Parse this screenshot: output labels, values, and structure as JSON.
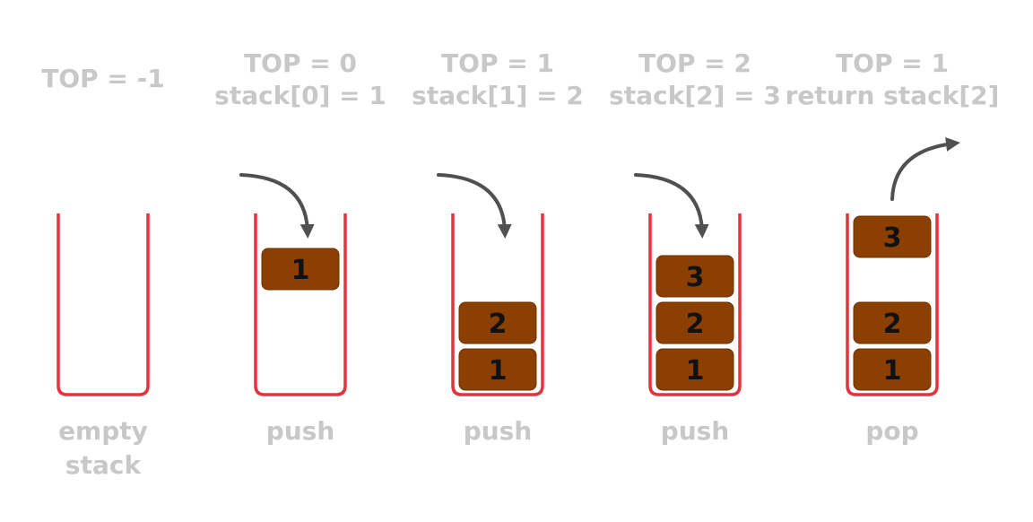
{
  "colors": {
    "container": "#e13340",
    "block": "#8b3f00",
    "block_border": "#6b3100",
    "block_text": "#111111",
    "label": "#c8c8c8",
    "arrow": "#505050"
  },
  "panels": [
    {
      "top_lines": [
        "TOP = -1"
      ],
      "caption_lines": [
        "empty",
        "stack"
      ],
      "blocks": [],
      "arrow": "none"
    },
    {
      "top_lines": [
        "TOP = 0",
        "stack[0] = 1"
      ],
      "caption_lines": [
        "push"
      ],
      "blocks": [
        {
          "value": "1",
          "slot": "floating"
        }
      ],
      "arrow": "in"
    },
    {
      "top_lines": [
        "TOP = 1",
        "stack[1] = 2"
      ],
      "caption_lines": [
        "push"
      ],
      "blocks": [
        {
          "value": "1",
          "slot": 0
        },
        {
          "value": "2",
          "slot": 1
        }
      ],
      "arrow": "in"
    },
    {
      "top_lines": [
        "TOP = 2",
        "stack[2] = 3"
      ],
      "caption_lines": [
        "push"
      ],
      "blocks": [
        {
          "value": "1",
          "slot": 0
        },
        {
          "value": "2",
          "slot": 1
        },
        {
          "value": "3",
          "slot": 2
        }
      ],
      "arrow": "in"
    },
    {
      "top_lines": [
        "TOP = 1",
        "return stack[2]"
      ],
      "caption_lines": [
        "pop"
      ],
      "blocks": [
        {
          "value": "1",
          "slot": 0
        },
        {
          "value": "2",
          "slot": 1
        },
        {
          "value": "3",
          "slot": "popped"
        }
      ],
      "arrow": "out"
    }
  ]
}
